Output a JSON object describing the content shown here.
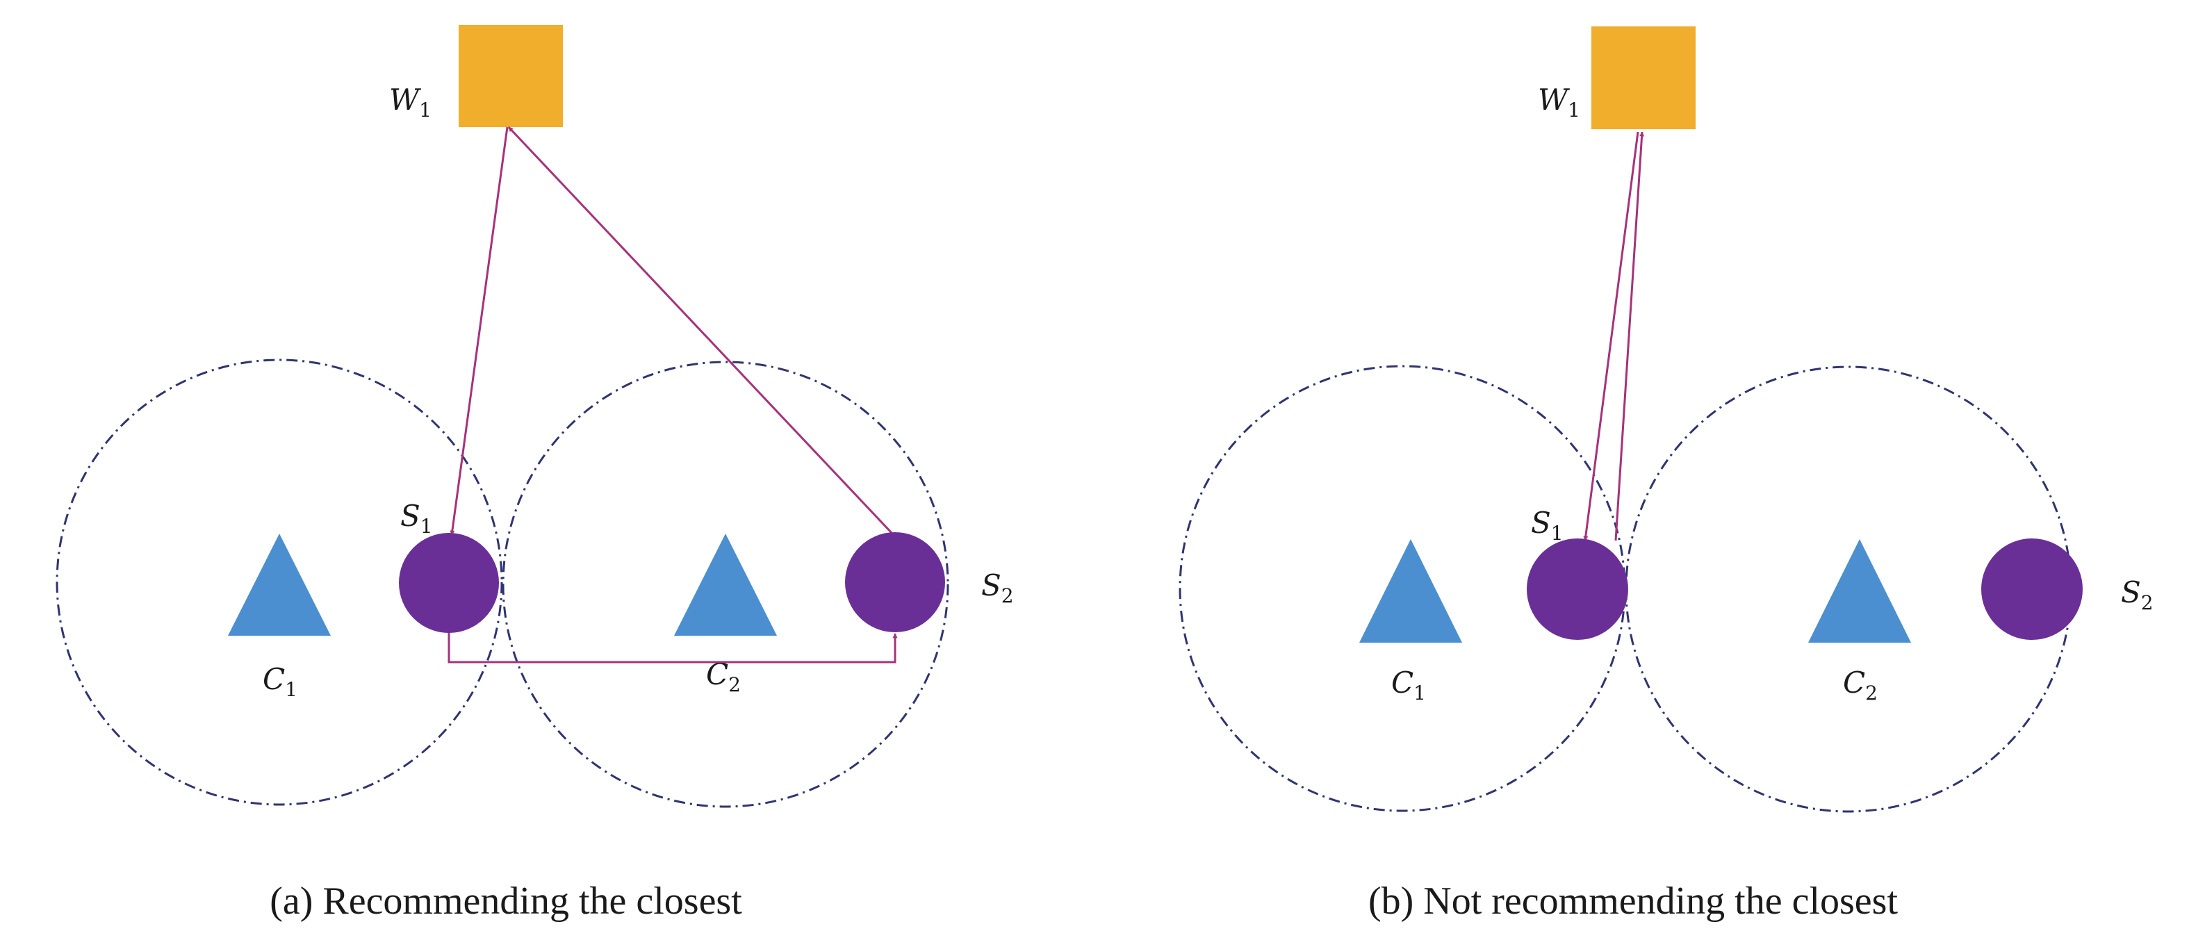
{
  "colors": {
    "warehouse": "#F0AE2C",
    "customer": "#4B8FD0",
    "station": "#6A2F97",
    "route": "#A6327A",
    "circle": "#2F3470"
  },
  "icons": {
    "warehouse": "square-icon",
    "customer": "triangle-icon",
    "station": "circle-icon"
  },
  "panels": [
    {
      "caption": "(a) Recommending the closest",
      "warehouse": {
        "main": "W",
        "sub": "1"
      },
      "customers": [
        {
          "main": "C",
          "sub": "1"
        },
        {
          "main": "C",
          "sub": "2"
        }
      ],
      "stations": [
        {
          "main": "S",
          "sub": "1"
        },
        {
          "main": "S",
          "sub": "2"
        }
      ]
    },
    {
      "caption": "(b) Not recommending the closest",
      "warehouse": {
        "main": "W",
        "sub": "1"
      },
      "customers": [
        {
          "main": "C",
          "sub": "1"
        },
        {
          "main": "C",
          "sub": "2"
        }
      ],
      "stations": [
        {
          "main": "S",
          "sub": "1"
        },
        {
          "main": "S",
          "sub": "2"
        }
      ]
    }
  ]
}
